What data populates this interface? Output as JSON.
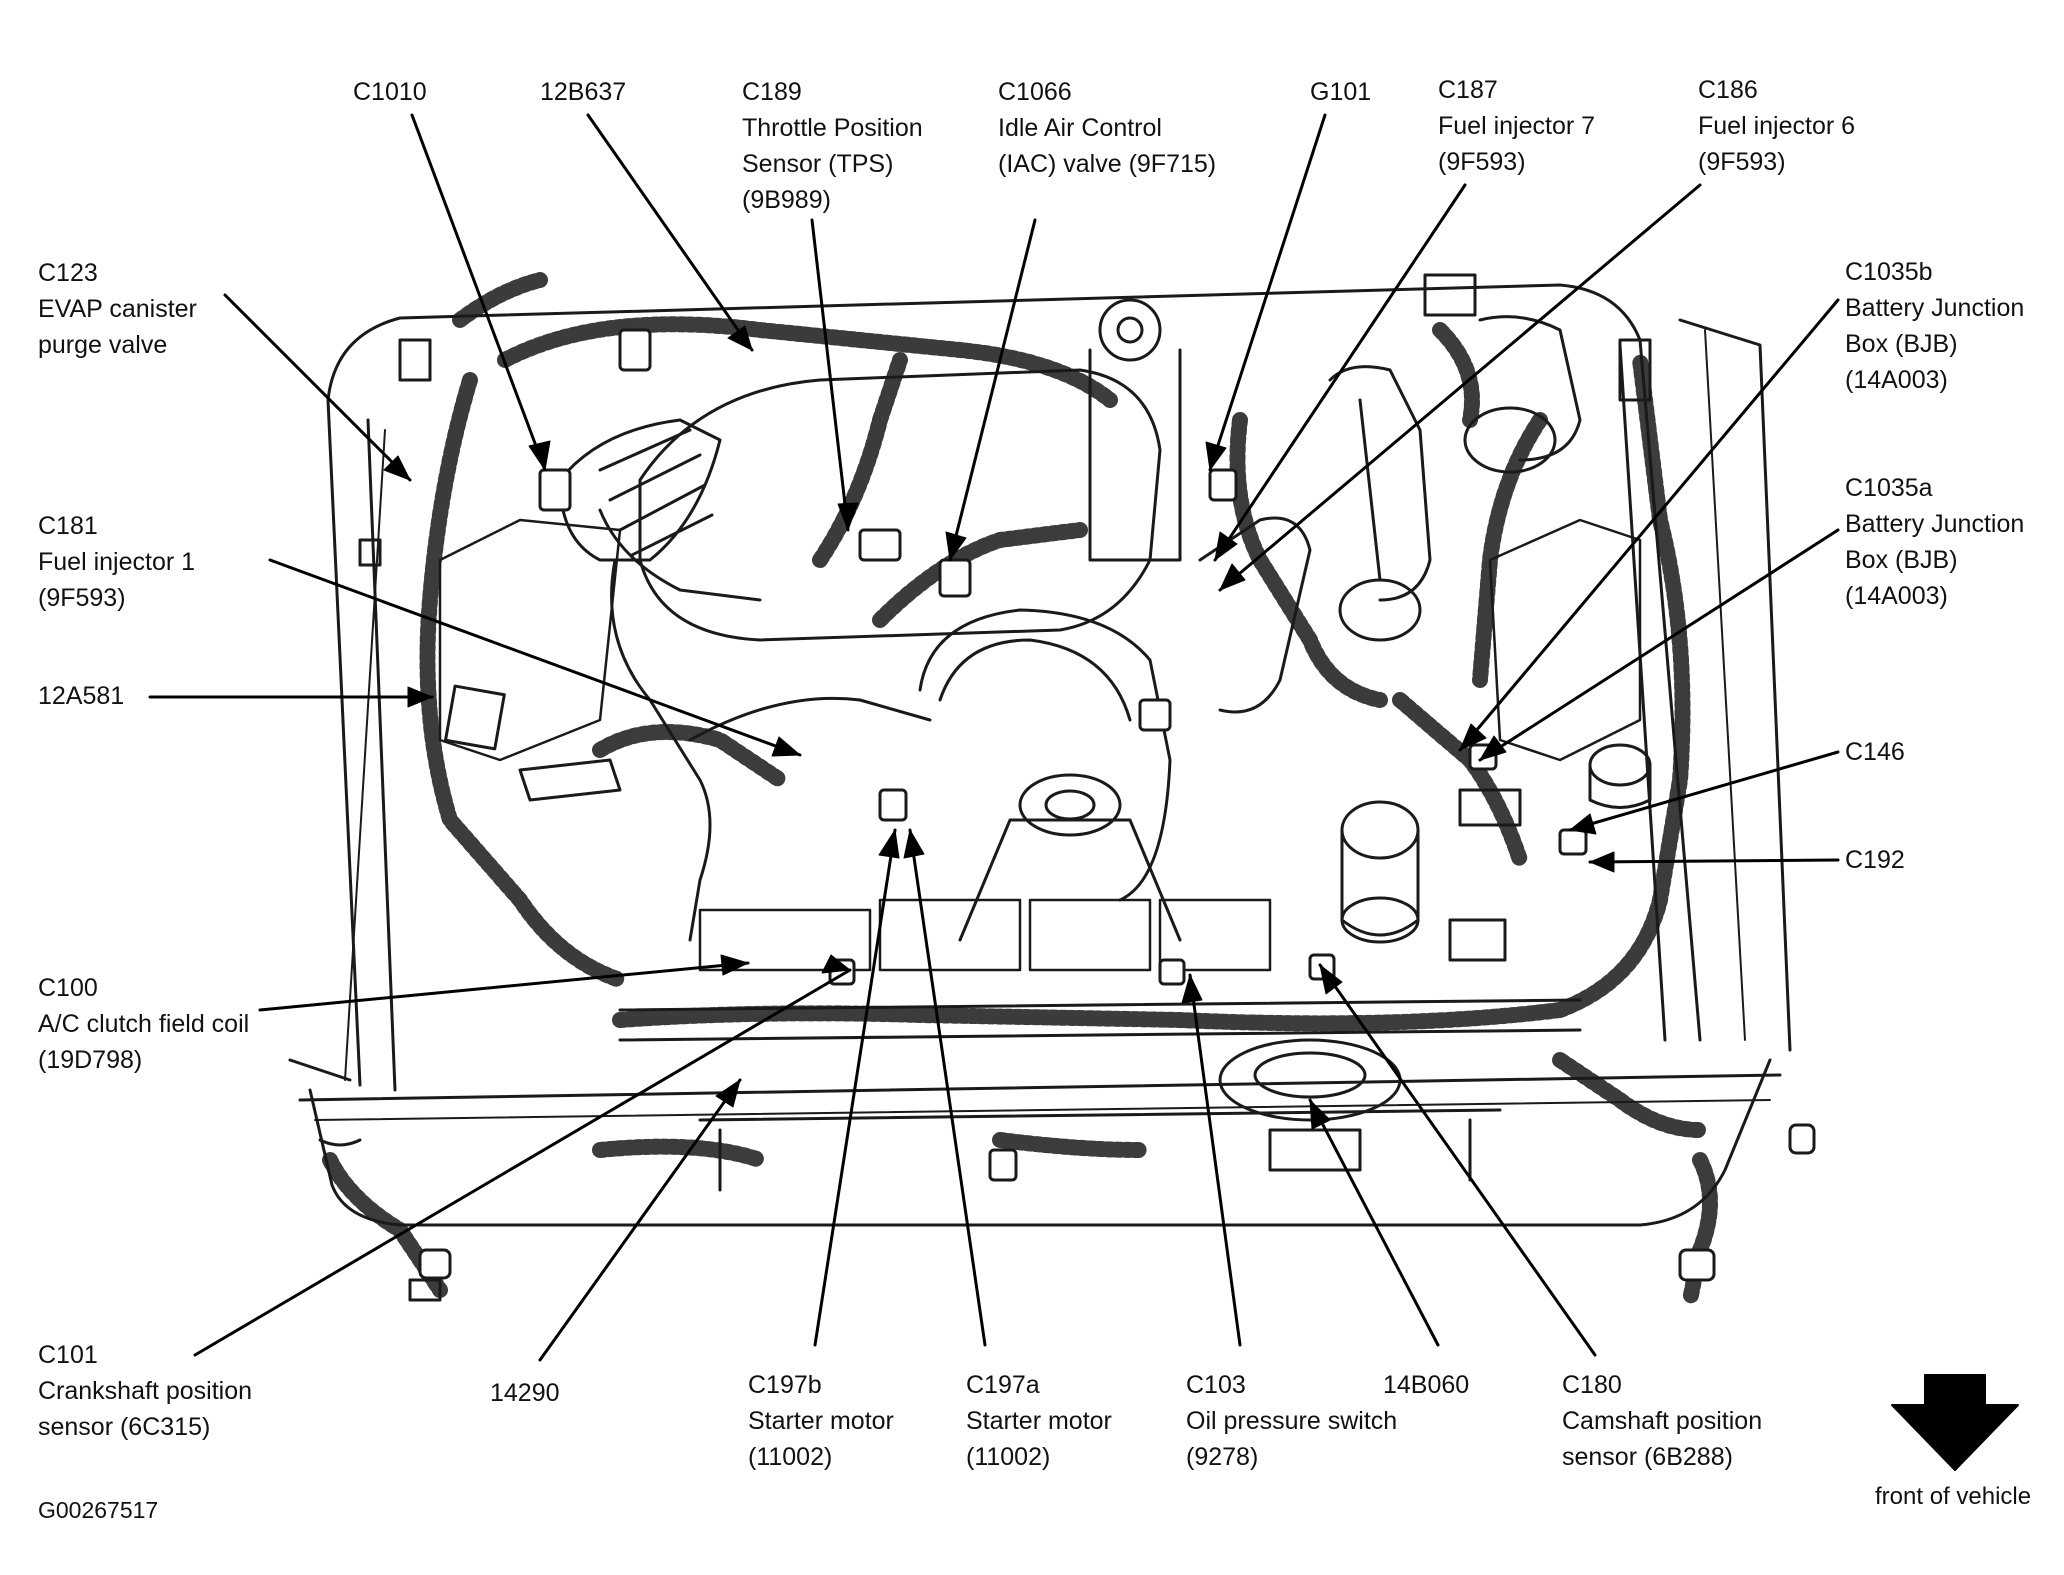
{
  "figure_id": "G00267517",
  "front_label": "front of vehicle",
  "callouts": [
    {
      "id": "C1010",
      "lines": [
        "C1010"
      ]
    },
    {
      "id": "12B637",
      "lines": [
        "12B637"
      ]
    },
    {
      "id": "C189",
      "lines": [
        "C189",
        "Throttle Position",
        "Sensor (TPS)",
        "(9B989)"
      ]
    },
    {
      "id": "C1066",
      "lines": [
        "C1066",
        "Idle Air Control",
        "(IAC) valve (9F715)"
      ]
    },
    {
      "id": "G101",
      "lines": [
        "G101"
      ]
    },
    {
      "id": "C187",
      "lines": [
        "C187",
        "Fuel injector 7",
        "(9F593)"
      ]
    },
    {
      "id": "C186",
      "lines": [
        "C186",
        "Fuel injector 6",
        "(9F593)"
      ]
    },
    {
      "id": "C123",
      "lines": [
        "C123",
        "EVAP canister",
        "purge valve"
      ]
    },
    {
      "id": "C1035b",
      "lines": [
        "C1035b",
        "Battery Junction",
        "Box (BJB)",
        "(14A003)"
      ]
    },
    {
      "id": "C181",
      "lines": [
        "C181",
        "Fuel injector 1",
        "(9F593)"
      ]
    },
    {
      "id": "C1035a",
      "lines": [
        "C1035a",
        "Battery Junction",
        "Box (BJB)",
        "(14A003)"
      ]
    },
    {
      "id": "12A581",
      "lines": [
        "12A581"
      ]
    },
    {
      "id": "C146",
      "lines": [
        "C146"
      ]
    },
    {
      "id": "C192",
      "lines": [
        "C192"
      ]
    },
    {
      "id": "C100",
      "lines": [
        "C100",
        "A/C clutch field coil",
        "(19D798)"
      ]
    },
    {
      "id": "C101",
      "lines": [
        "C101",
        "Crankshaft position",
        "sensor (6C315)"
      ]
    },
    {
      "id": "14290",
      "lines": [
        "14290"
      ]
    },
    {
      "id": "C197b",
      "lines": [
        "C197b",
        "Starter motor",
        "(11002)"
      ]
    },
    {
      "id": "C197a",
      "lines": [
        "C197a",
        "Starter motor",
        "(11002)"
      ]
    },
    {
      "id": "C103",
      "lines": [
        "C103",
        "Oil pressure switch",
        "(9278)"
      ]
    },
    {
      "id": "14B060",
      "lines": [
        "14B060"
      ]
    },
    {
      "id": "C180",
      "lines": [
        "C180",
        "Camshaft position",
        "sensor (6B288)"
      ]
    }
  ]
}
